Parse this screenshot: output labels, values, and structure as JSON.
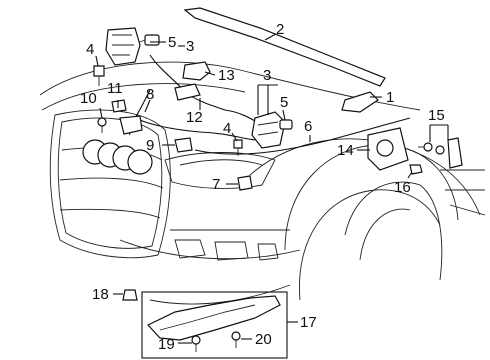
{
  "labels": [
    "1",
    "2",
    "3",
    "3",
    "4",
    "4",
    "5",
    "5",
    "6",
    "7",
    "8",
    "9",
    "10",
    "11",
    "12",
    "13",
    "14",
    "15",
    "16",
    "17",
    "18",
    "19",
    "20"
  ]
}
